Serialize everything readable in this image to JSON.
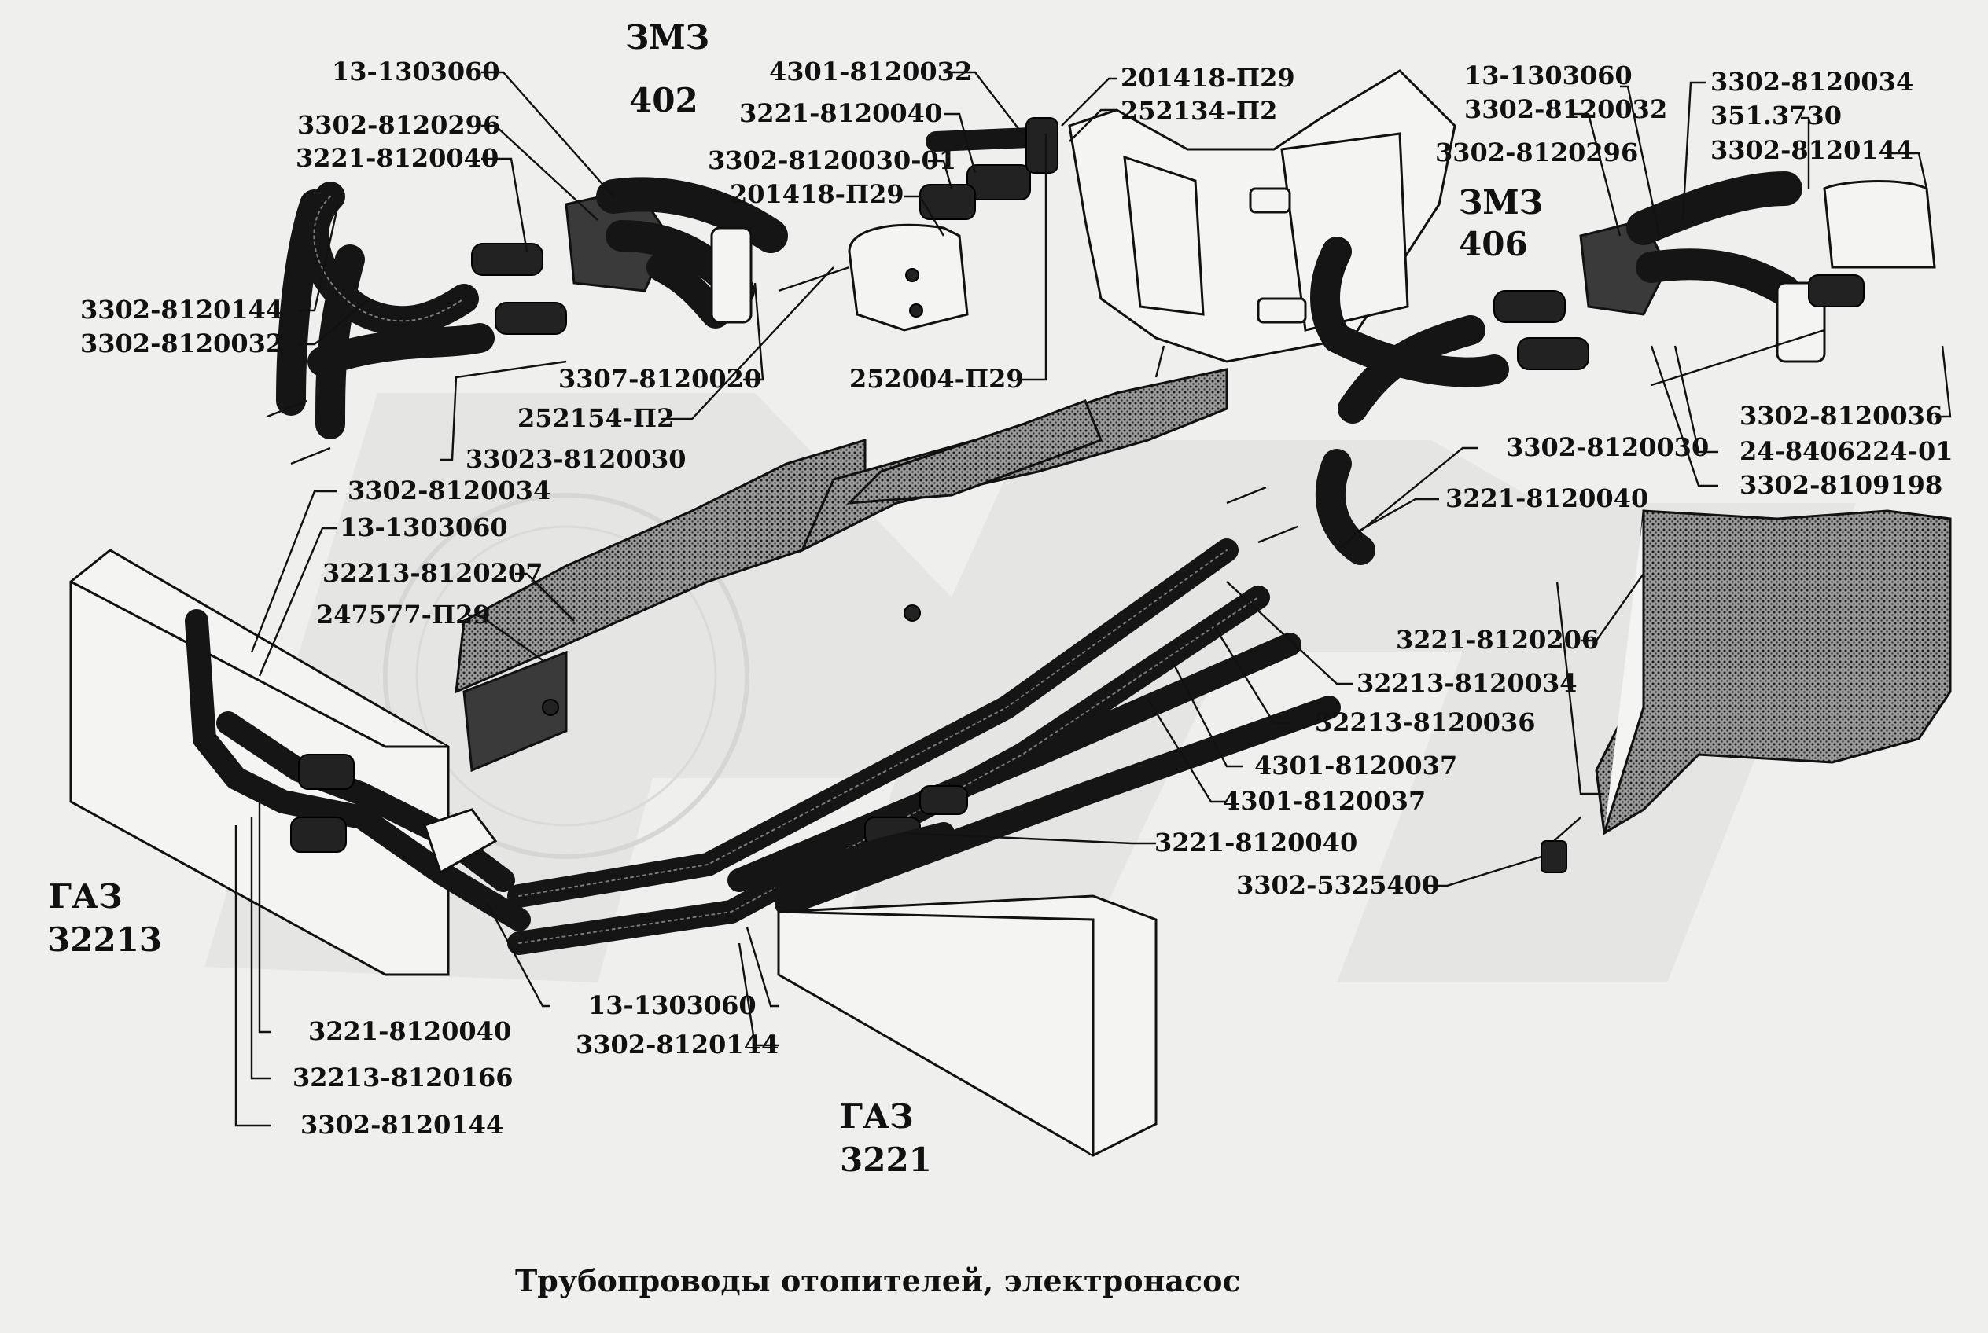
{
  "caption": "Трубопроводы отопителей, электронасос",
  "groups": {
    "zmz402_line1": "ЗМЗ",
    "zmz402_line2": "402",
    "zmz406_line1": "ЗМЗ",
    "zmz406_line2": "406",
    "gaz32213_line1": "ГАЗ",
    "gaz32213_line2": "32213",
    "gaz3221_line1": "ГАЗ",
    "gaz3221_line2": "3221"
  },
  "labels": [
    "13-1303060",
    "3302-8120296",
    "3221-8120040",
    "3302-8120144",
    "3302-8120032",
    "4301-8120032",
    "3221-8120040",
    "3302-8120030-01",
    "201418-П29",
    "201418-П29",
    "252134-П2",
    "3307-8120020",
    "252154-П2",
    "33023-8120030",
    "252004-П29",
    "13-1303060",
    "3302-8120032",
    "3302-8120296",
    "3302-8120034",
    "351.3730",
    "3302-8120144",
    "3302-8120036",
    "24-8406224-01",
    "3302-8109198",
    "3302-8120030",
    "3221-8120040",
    "3302-8120034",
    "13-1303060",
    "32213-8120207",
    "247577-П29",
    "3221-8120206",
    "32213-8120034",
    "32213-8120036",
    "4301-8120037",
    "4301-8120037",
    "3221-8120040",
    "3302-5325400",
    "13-1303060",
    "3302-8120144",
    "3221-8120040",
    "32213-8120166",
    "3302-8120144"
  ]
}
